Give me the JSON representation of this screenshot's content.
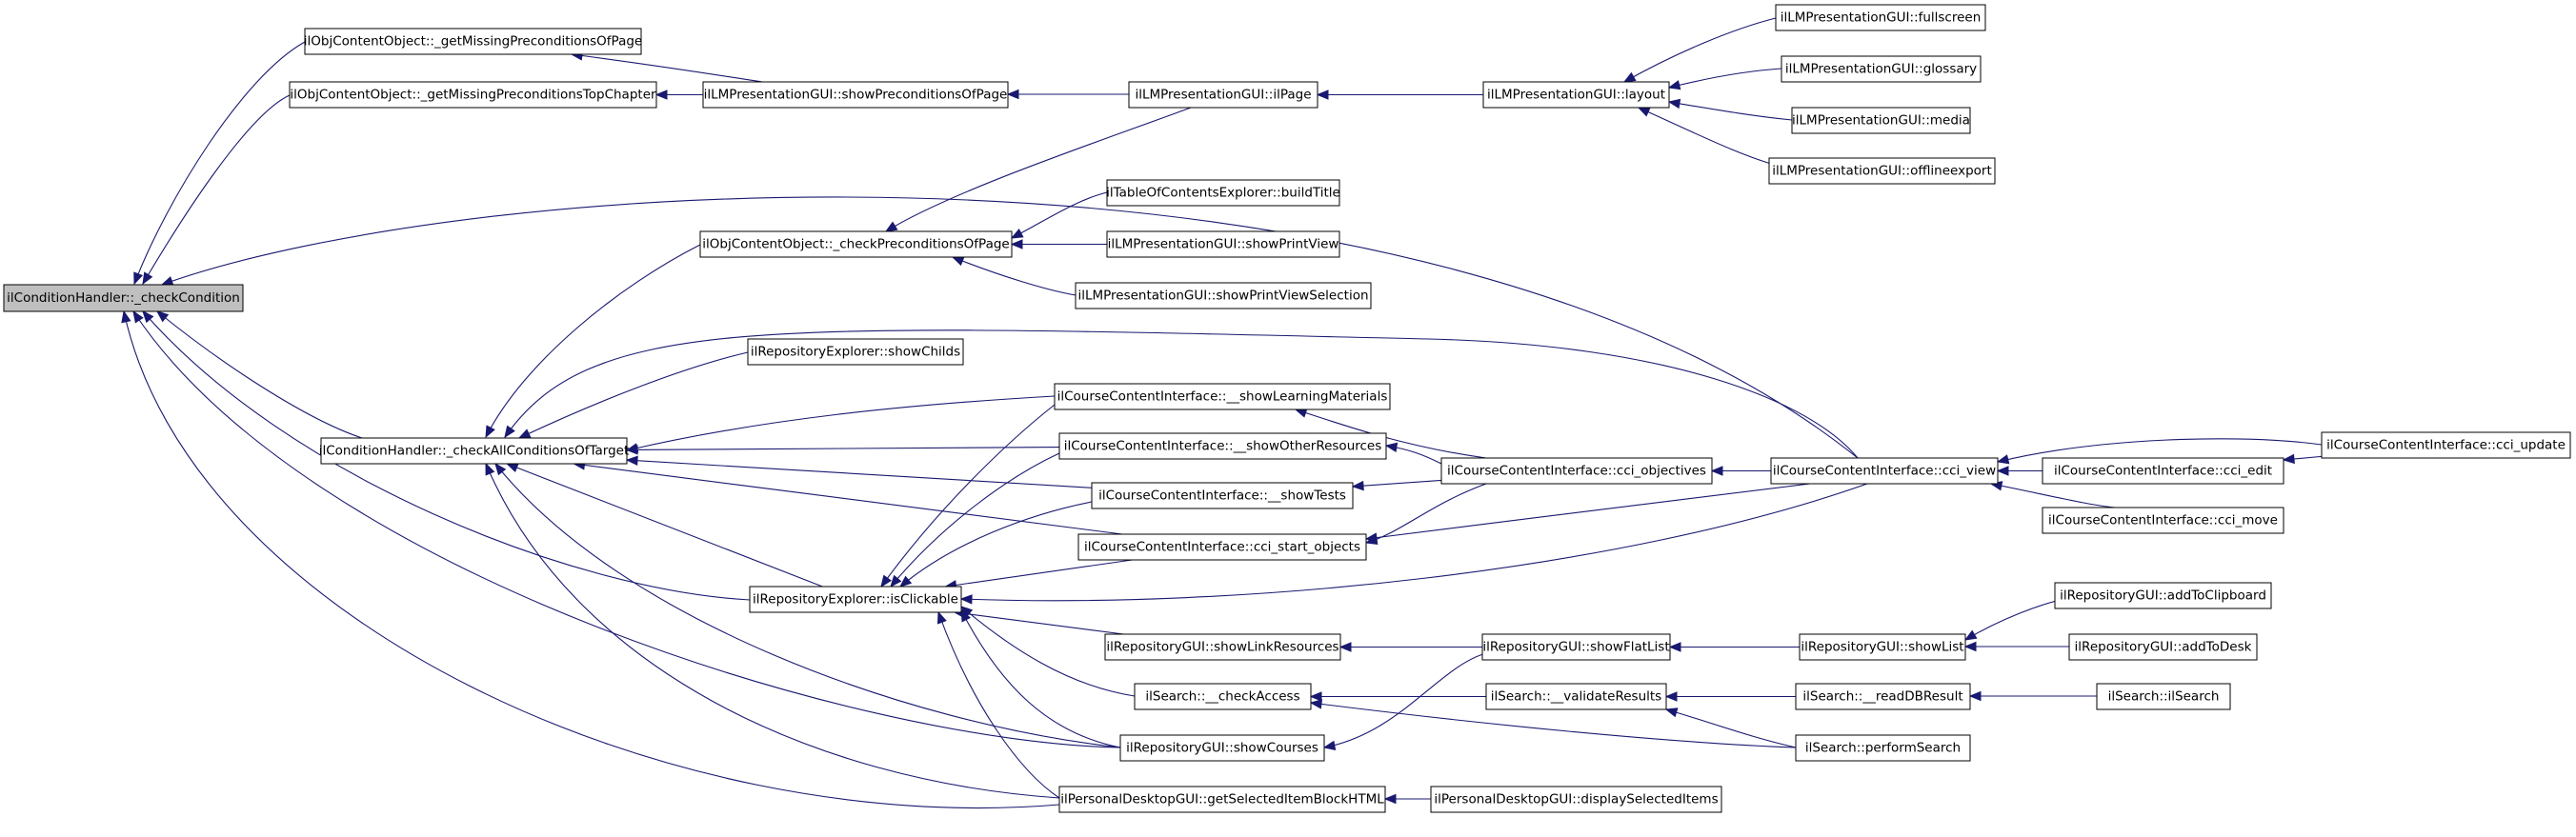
{
  "graph": {
    "edge_color": "#191970",
    "root_fill": "#bfbfbf",
    "node_fill": "#ffffff",
    "nodes": [
      {
        "id": "n1",
        "label": "ilConditionHandler::_checkCondition",
        "root": true
      },
      {
        "id": "n2",
        "label": "ilObjContentObject::_getMissingPreconditionsOfPage"
      },
      {
        "id": "n3",
        "label": "ilObjContentObject::_getMissingPreconditionsTopChapter"
      },
      {
        "id": "n4",
        "label": "ilLMPresentationGUI::showPreconditionsOfPage"
      },
      {
        "id": "n5",
        "label": "ilLMPresentationGUI::ilPage"
      },
      {
        "id": "n6",
        "label": "ilLMPresentationGUI::layout"
      },
      {
        "id": "n7",
        "label": "ilLMPresentationGUI::fullscreen"
      },
      {
        "id": "n8",
        "label": "ilLMPresentationGUI::glossary"
      },
      {
        "id": "n9",
        "label": "ilLMPresentationGUI::media"
      },
      {
        "id": "n10",
        "label": "ilLMPresentationGUI::offlineexport"
      },
      {
        "id": "n11",
        "label": "ilObjContentObject::_checkPreconditionsOfPage"
      },
      {
        "id": "n12",
        "label": "ilTableOfContentsExplorer::buildTitle"
      },
      {
        "id": "n13",
        "label": "ilLMPresentationGUI::showPrintView"
      },
      {
        "id": "n14",
        "label": "ilLMPresentationGUI::showPrintViewSelection"
      },
      {
        "id": "n15",
        "label": "ilRepositoryExplorer::showChilds"
      },
      {
        "id": "n16",
        "label": "ilConditionHandler::_checkAllConditionsOfTarget"
      },
      {
        "id": "n17",
        "label": "ilCourseContentInterface::__showLearningMaterials"
      },
      {
        "id": "n18",
        "label": "ilCourseContentInterface::__showOtherResources"
      },
      {
        "id": "n19",
        "label": "ilCourseContentInterface::__showTests"
      },
      {
        "id": "n20",
        "label": "ilCourseContentInterface::cci_start_objects"
      },
      {
        "id": "n21",
        "label": "ilCourseContentInterface::cci_objectives"
      },
      {
        "id": "n22",
        "label": "ilCourseContentInterface::cci_view"
      },
      {
        "id": "n23",
        "label": "ilCourseContentInterface::cci_edit"
      },
      {
        "id": "n24",
        "label": "ilCourseContentInterface::cci_update"
      },
      {
        "id": "n25",
        "label": "ilCourseContentInterface::cci_move"
      },
      {
        "id": "n26",
        "label": "ilRepositoryExplorer::isClickable"
      },
      {
        "id": "n27",
        "label": "ilRepositoryGUI::showLinkResources"
      },
      {
        "id": "n28",
        "label": "ilRepositoryGUI::showFlatList"
      },
      {
        "id": "n29",
        "label": "ilRepositoryGUI::showList"
      },
      {
        "id": "n30",
        "label": "ilRepositoryGUI::addToClipboard"
      },
      {
        "id": "n31",
        "label": "ilRepositoryGUI::addToDesk"
      },
      {
        "id": "n32",
        "label": "ilSearch::__checkAccess"
      },
      {
        "id": "n33",
        "label": "ilSearch::__validateResults"
      },
      {
        "id": "n34",
        "label": "ilSearch::__readDBResult"
      },
      {
        "id": "n35",
        "label": "ilSearch::ilSearch"
      },
      {
        "id": "n36",
        "label": "ilSearch::performSearch"
      },
      {
        "id": "n37",
        "label": "ilRepositoryGUI::showCourses"
      },
      {
        "id": "n38",
        "label": "ilPersonalDesktopGUI::getSelectedItemBlockHTML"
      },
      {
        "id": "n39",
        "label": "ilPersonalDesktopGUI::displaySelectedItems"
      }
    ],
    "edges": [
      [
        "n2",
        "n1"
      ],
      [
        "n3",
        "n1"
      ],
      [
        "n22",
        "n1"
      ],
      [
        "n16",
        "n1"
      ],
      [
        "n26",
        "n1"
      ],
      [
        "n37",
        "n1"
      ],
      [
        "n38",
        "n1"
      ],
      [
        "n4",
        "n2"
      ],
      [
        "n4",
        "n3"
      ],
      [
        "n5",
        "n4"
      ],
      [
        "n6",
        "n5"
      ],
      [
        "n7",
        "n6"
      ],
      [
        "n8",
        "n6"
      ],
      [
        "n9",
        "n6"
      ],
      [
        "n10",
        "n6"
      ],
      [
        "n5",
        "n11"
      ],
      [
        "n12",
        "n11"
      ],
      [
        "n13",
        "n11"
      ],
      [
        "n14",
        "n11"
      ],
      [
        "n11",
        "n16"
      ],
      [
        "n22",
        "n16"
      ],
      [
        "n15",
        "n16"
      ],
      [
        "n17",
        "n16"
      ],
      [
        "n18",
        "n16"
      ],
      [
        "n19",
        "n16"
      ],
      [
        "n20",
        "n16"
      ],
      [
        "n26",
        "n16"
      ],
      [
        "n37",
        "n16"
      ],
      [
        "n38",
        "n16"
      ],
      [
        "n21",
        "n17"
      ],
      [
        "n21",
        "n18"
      ],
      [
        "n21",
        "n19"
      ],
      [
        "n21",
        "n20"
      ],
      [
        "n22",
        "n20"
      ],
      [
        "n22",
        "n21"
      ],
      [
        "n23",
        "n22"
      ],
      [
        "n24",
        "n22"
      ],
      [
        "n25",
        "n22"
      ],
      [
        "n24",
        "n23"
      ],
      [
        "n17",
        "n26"
      ],
      [
        "n18",
        "n26"
      ],
      [
        "n19",
        "n26"
      ],
      [
        "n20",
        "n26"
      ],
      [
        "n22",
        "n26"
      ],
      [
        "n27",
        "n26"
      ],
      [
        "n32",
        "n26"
      ],
      [
        "n37",
        "n26"
      ],
      [
        "n38",
        "n26"
      ],
      [
        "n28",
        "n27"
      ],
      [
        "n29",
        "n28"
      ],
      [
        "n30",
        "n29"
      ],
      [
        "n31",
        "n29"
      ],
      [
        "n33",
        "n32"
      ],
      [
        "n36",
        "n32"
      ],
      [
        "n34",
        "n33"
      ],
      [
        "n36",
        "n33"
      ],
      [
        "n35",
        "n34"
      ],
      [
        "n28",
        "n37"
      ],
      [
        "n39",
        "n38"
      ]
    ]
  }
}
